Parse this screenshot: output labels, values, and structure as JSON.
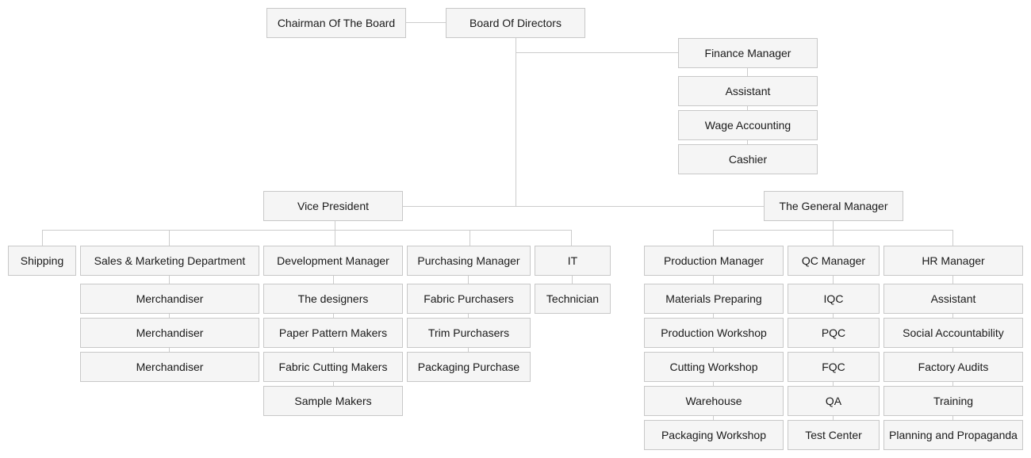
{
  "top": {
    "chairman": "Chairman Of The Board",
    "board": "Board Of Directors"
  },
  "finance": {
    "manager": "Finance Manager",
    "items": [
      "Assistant",
      "Wage Accounting",
      "Cashier"
    ]
  },
  "vice_president": {
    "title": "Vice President",
    "shipping": "Shipping",
    "sales": {
      "title": "Sales & Marketing Department",
      "items": [
        "Merchandiser",
        "Merchandiser",
        "Merchandiser"
      ]
    },
    "development": {
      "title": "Development Manager",
      "items": [
        "The designers",
        "Paper Pattern Makers",
        "Fabric Cutting Makers",
        "Sample Makers"
      ]
    },
    "purchasing": {
      "title": "Purchasing Manager",
      "items": [
        "Fabric Purchasers",
        "Trim Purchasers",
        "Packaging Purchase"
      ]
    },
    "it": {
      "title": "IT",
      "items": [
        "Technician"
      ]
    }
  },
  "general_manager": {
    "title": "The General Manager",
    "production": {
      "title": "Production Manager",
      "items": [
        "Materials Preparing",
        "Production Workshop",
        "Cutting Workshop",
        "Warehouse",
        "Packaging Workshop"
      ]
    },
    "qc": {
      "title": "QC Manager",
      "items": [
        "IQC",
        "PQC",
        "FQC",
        "QA",
        "Test Center"
      ]
    },
    "hr": {
      "title": "HR Manager",
      "items": [
        "Assistant",
        "Social Accountability",
        "Factory Audits",
        "Training",
        "Planning and Propaganda"
      ]
    }
  }
}
